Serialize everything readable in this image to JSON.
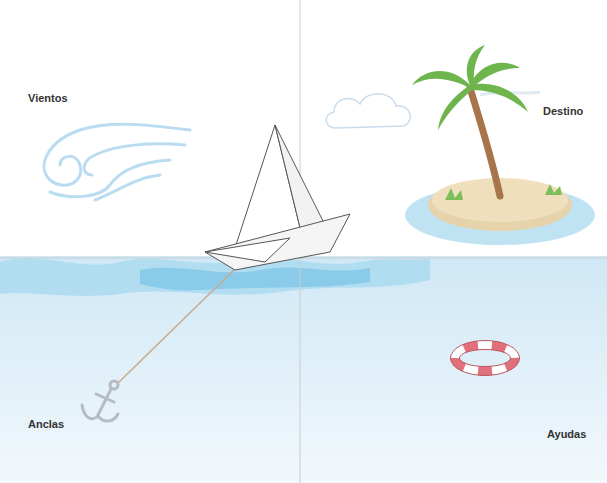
{
  "diagram": {
    "labels": [
      "Vientos",
      "Destino",
      "Anclas",
      "Ayudas"
    ]
  }
}
